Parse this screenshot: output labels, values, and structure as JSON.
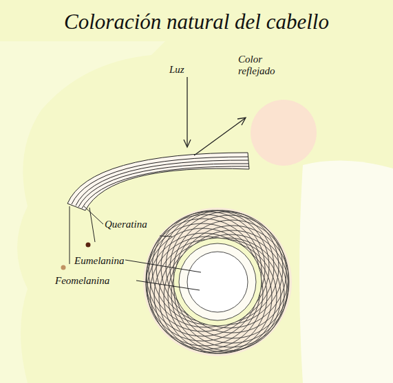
{
  "diagram": {
    "title": "Coloración natural del cabello",
    "labels": [
      "Luz",
      "Color reflejado",
      "Queratina",
      "Eumelanina",
      "Feomelanina"
    ]
  }
}
